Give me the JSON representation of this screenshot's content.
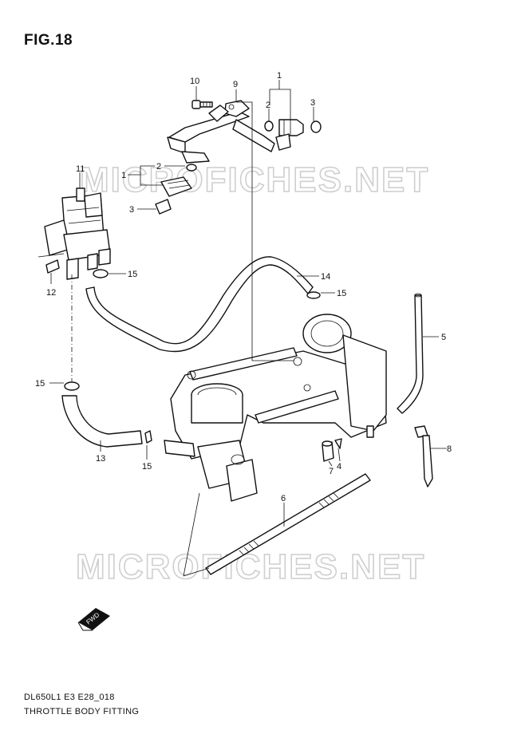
{
  "figure": {
    "title": "FIG.18"
  },
  "watermark": {
    "text": "MICROFICHES.NET"
  },
  "footer": {
    "code": "DL650L1 E3 E28_018",
    "caption": "THROTTLE BODY FITTING"
  },
  "fwd_label": "FWD",
  "callouts": {
    "c1_top": "1",
    "c2_top": "2",
    "c3_top": "3",
    "c9": "9",
    "c10": "10",
    "c11": "11",
    "c1_left": "1",
    "c2_left": "2",
    "c3_left": "3",
    "c12": "12",
    "c15_a": "15",
    "c14": "14",
    "c15_b": "15",
    "c5": "5",
    "c15_c": "15",
    "c13": "13",
    "c15_d": "15",
    "c7": "7",
    "c4": "4",
    "c8": "8",
    "c6": "6"
  },
  "colors": {
    "line": "#111111",
    "watermark": "#cfcfcf",
    "background": "#ffffff"
  }
}
